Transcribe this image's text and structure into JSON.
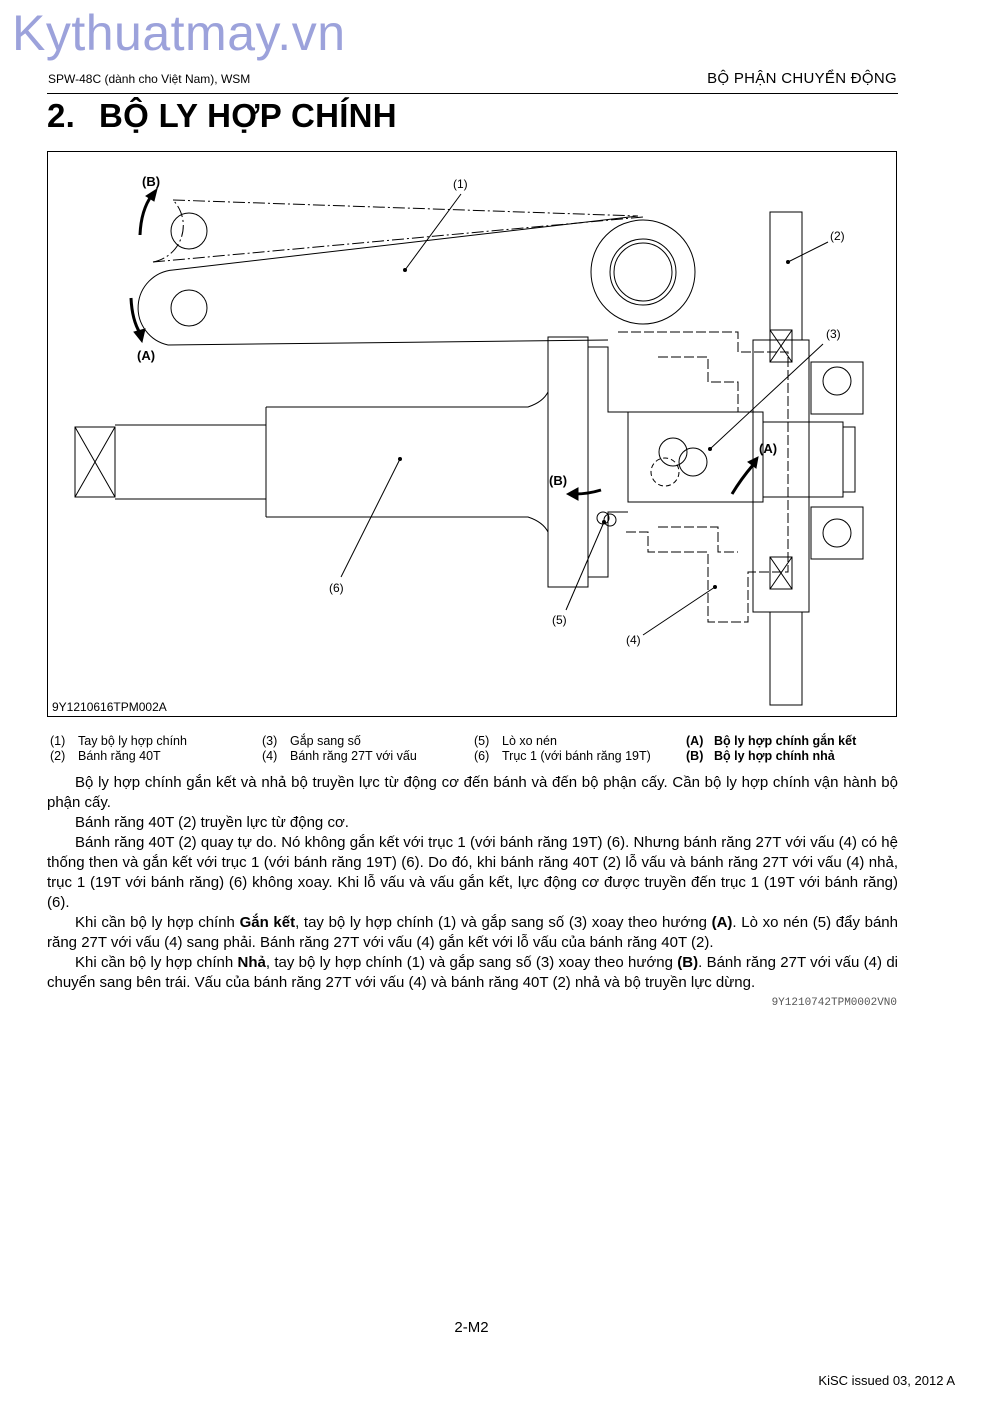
{
  "watermark": "Kythuatmay.vn",
  "header": {
    "left": "SPW-48C (dành cho Việt Nam), WSM",
    "right": "BỘ PHẬN CHUYỂN ĐỘNG"
  },
  "section": {
    "number": "2.",
    "title": "BỘ LY HỢP CHÍNH"
  },
  "figure": {
    "id": "9Y1210616TPM002A",
    "callouts": {
      "c1": "(1)",
      "c2": "(2)",
      "c3": "(3)",
      "c4": "(4)",
      "c5": "(5)",
      "c6": "(6)",
      "a_top": "(A)",
      "b_top": "(B)",
      "a_mid": "(A)",
      "b_mid": "(B)"
    }
  },
  "legend": [
    {
      "key": "(1)",
      "text": "Tay bộ ly hợp chính"
    },
    {
      "key": "(3)",
      "text": "Gắp sang số"
    },
    {
      "key": "(5)",
      "text": "Lò xo nén"
    },
    {
      "key": "(A)",
      "text": "Bộ ly hợp chính gắn kết"
    },
    {
      "key": "(2)",
      "text": "Bánh răng 40T"
    },
    {
      "key": "(4)",
      "text": "Bánh răng 27T với vấu"
    },
    {
      "key": "(6)",
      "text": "Trục 1 (với bánh răng 19T)"
    },
    {
      "key": "(B)",
      "text": "Bộ ly hợp chính nhả"
    }
  ],
  "paragraphs": {
    "p1": "Bộ ly hợp chính gắn kết và nhả bộ truyền lực từ động cơ đến bánh và đến bộ phận cấy. Cần bộ ly hợp chính vận hành bộ phận cấy.",
    "p2": "Bánh răng 40T (2) truyền lực từ động cơ.",
    "p3": "Bánh răng 40T (2) quay tự do. Nó không gắn kết với trục 1 (với bánh răng 19T) (6). Nhưng bánh răng 27T với vấu (4) có hệ thống then và gắn kết với trục 1 (với bánh răng 19T) (6). Do đó, khi bánh răng 40T (2) lỗ vấu và bánh răng 27T với vấu (4) nhả, trục 1 (19T với bánh răng) (6) không xoay. Khi lỗ vấu và vấu gắn kết, lực động cơ được truyền đến trục 1 (19T với bánh răng) (6).",
    "p4": {
      "a": "Khi cần bộ ly hợp chính ",
      "b": "Gắn kết",
      "c": ", tay bộ ly hợp chính (1) và gắp sang số (3) xoay theo hướng ",
      "d": "(A)",
      "e": ". Lò xo nén (5) đẩy bánh răng 27T với vấu (4) sang phải. Bánh răng 27T với vấu (4) gắn kết với lỗ vấu của bánh răng 40T (2)."
    },
    "p5": {
      "a": "Khi cần bộ ly hợp chính ",
      "b": "Nhả",
      "c": ", tay bộ ly hợp chính (1) và gắp sang số (3) xoay theo hướng ",
      "d": "(B)",
      "e": ". Bánh răng 27T với vấu (4) di chuyển sang bên trái. Vấu của bánh răng 27T với vấu (4) và bánh răng 40T (2) nhả và bộ truyền lực dừng."
    }
  },
  "ref_code": "9Y1210742TPM0002VN0",
  "page_number": "2-M2",
  "issued": "KiSC issued 03, 2012 A"
}
